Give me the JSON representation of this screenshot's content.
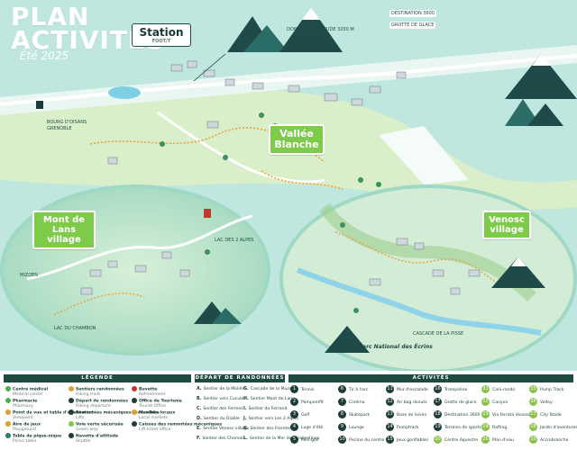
{
  "title": {
    "line1": "PLAN",
    "line2": "ACTIVITÉS",
    "season": "Été 2025"
  },
  "zones": {
    "station": {
      "name": "Station",
      "sub": "FOOT/T"
    },
    "vallee": {
      "name_l1": "Vallée",
      "name_l2": "Blanche"
    },
    "mont_de_lans": {
      "name_l1": "Mont de",
      "name_l2": "Lans village"
    },
    "venosc": {
      "name_l1": "Venosc",
      "name_l2": "village"
    }
  },
  "labels": {
    "bourg": "BOURG D'OISANS",
    "grenoble": "GRENOBLE",
    "domaine": "DOMAINE D'ALTITUDE 3200 M",
    "destination_3600": "DESTINATION 3600",
    "grotte": "GROTTE DE GLACE",
    "parc": "Parc National des Écrins",
    "cascade": "CASCADE DE LA PISSE",
    "mizoen": "MIZOEN",
    "chambon": "LAC DU CHAMBON",
    "lac_des_deux_alpes": "LAC DES 2 ALPES"
  },
  "legend": {
    "headers": {
      "legende": "LÉGENDE",
      "randonnees": "DÉPART DE RANDONNÉES",
      "activites": "ACTIVITÉS"
    },
    "legende_items": [
      {
        "label": "Centre médical",
        "sub": "Medical center",
        "color": "#4caf50"
      },
      {
        "label": "Pharmacie",
        "sub": "Pharmacy",
        "color": "#4caf50"
      },
      {
        "label": "Point de vue et table d'orientation",
        "sub": "Viewpoint",
        "color": "#e0a030"
      },
      {
        "label": "Aire de jeux",
        "sub": "Playground",
        "color": "#e0a030"
      },
      {
        "label": "Table de pique-nique",
        "sub": "Picnic table",
        "color": "#2a7a6a"
      },
      {
        "label": "Sentiers randonnées",
        "sub": "Hiking trails",
        "color": "#e0a030"
      },
      {
        "label": "Départ de randonnées",
        "sub": "Hiking departure",
        "color": "#1e3d38"
      },
      {
        "label": "Remontées mécaniques accessibles",
        "sub": "Lifts",
        "color": "#1e3d38"
      },
      {
        "label": "Voie verte sécurisée",
        "sub": "Green way",
        "color": "#7ecb4a"
      },
      {
        "label": "Navette d'altitude",
        "sub": "Shuttle",
        "color": "#1e3d38"
      },
      {
        "label": "Buvette",
        "sub": "Refreshment",
        "color": "#c0392b"
      },
      {
        "label": "Office de Tourisme",
        "sub": "Tourist Office",
        "color": "#1e3d38"
      },
      {
        "label": "Marchés locaux",
        "sub": "Local markets",
        "color": "#e0a030"
      },
      {
        "label": "Caisses des remontées mécaniques",
        "sub": "Lift ticket office",
        "color": "#1e3d38"
      }
    ],
    "randonnees": [
      {
        "k": "A.",
        "l": "Sentier de la Molière"
      },
      {
        "k": "B.",
        "l": "Sentier vers Cuculet"
      },
      {
        "k": "C.",
        "l": "Sentier des Fermes"
      },
      {
        "k": "D.",
        "l": "Sentier du Diable"
      },
      {
        "k": "E.",
        "l": "Sentier Venosc village"
      },
      {
        "k": "F.",
        "l": "Sentier des Chamois"
      },
      {
        "k": "G.",
        "l": "Cascade de la Muzelle"
      },
      {
        "k": "H.",
        "l": "Sentier Mont de Lans"
      },
      {
        "k": "I.",
        "l": "Sentier du Ferrand"
      },
      {
        "k": "J.",
        "l": "Sentier vers Les 2 Alpes"
      },
      {
        "k": "K.",
        "l": "Sentier des Fromtes"
      },
      {
        "k": "L.",
        "l": "Sentier de la Mer des Arollestines"
      }
    ],
    "activites": [
      {
        "n": "1",
        "l": "Tennis"
      },
      {
        "n": "2",
        "l": "Pompomfit"
      },
      {
        "n": "3",
        "l": "Golf"
      },
      {
        "n": "4",
        "l": "Luge d'été"
      },
      {
        "n": "5",
        "l": "Mini-golf"
      },
      {
        "n": "6",
        "l": "Tir à l'arc"
      },
      {
        "n": "7",
        "l": "Cinéma"
      },
      {
        "n": "8",
        "l": "Skatepark"
      },
      {
        "n": "9",
        "l": "Lounge"
      },
      {
        "n": "10",
        "l": "Piscine du centre"
      },
      {
        "n": "11",
        "l": "Mur d'escalade"
      },
      {
        "n": "12",
        "l": "Air bag donuts"
      },
      {
        "n": "13",
        "l": "Base de loisirs"
      },
      {
        "n": "14",
        "l": "Pumptrack"
      },
      {
        "n": "15",
        "l": "Jeux gonflables"
      },
      {
        "n": "16",
        "l": "Trampoline"
      },
      {
        "n": "17",
        "l": "Grotte de glace"
      },
      {
        "n": "18",
        "l": "Destination 3600"
      },
      {
        "n": "19",
        "l": "Terrains de sports"
      },
      {
        "n": "20",
        "l": "Centre équestre"
      },
      {
        "n": "21",
        "l": "Cani-rando"
      },
      {
        "n": "22",
        "l": "Canyon"
      },
      {
        "n": "23",
        "l": "Via ferrata Venosc"
      },
      {
        "n": "24",
        "l": "Rafting"
      },
      {
        "n": "25",
        "l": "Plan d'eau"
      },
      {
        "n": "25",
        "l": "Pump Track"
      },
      {
        "n": "26",
        "l": "Volley"
      },
      {
        "n": "27",
        "l": "City Stade"
      },
      {
        "n": "28",
        "l": "Jardin d'aventures"
      },
      {
        "n": "29",
        "l": "Accrobranche"
      }
    ]
  }
}
